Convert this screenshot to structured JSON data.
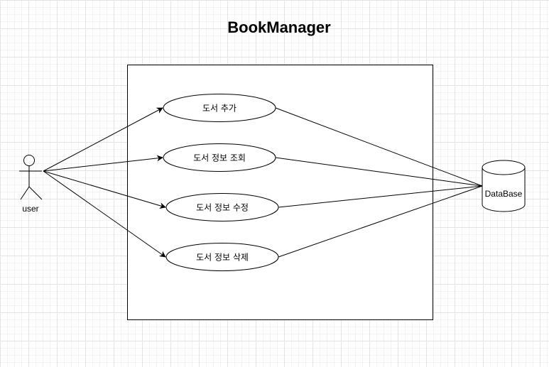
{
  "title": "BookManager",
  "actor": {
    "label": "user",
    "icon": "stick-figure-icon"
  },
  "database": {
    "label": "DataBase",
    "icon": "cylinder-database-icon"
  },
  "use_cases": [
    {
      "label": "도서 추가"
    },
    {
      "label": "도서 정보 조회"
    },
    {
      "label": "도서 정보 수정"
    },
    {
      "label": "도서 정보 삭제"
    }
  ],
  "colors": {
    "line": "#000000",
    "background": "#ffffff"
  }
}
